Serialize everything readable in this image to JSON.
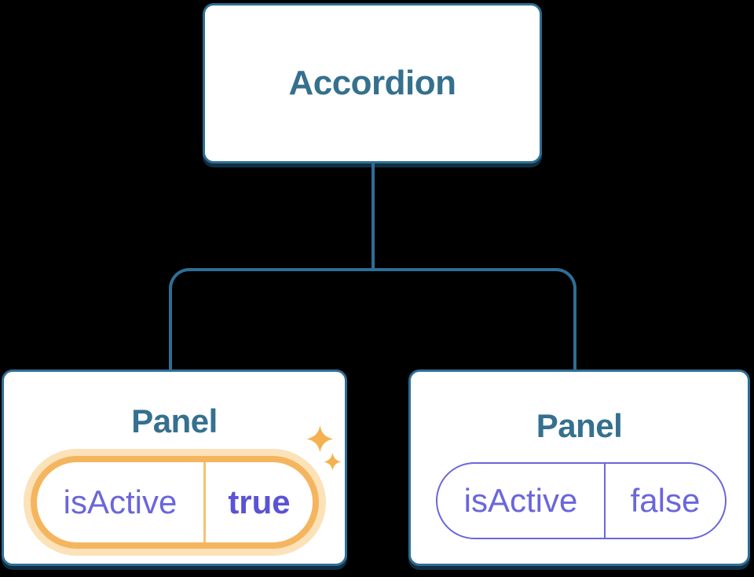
{
  "diagram": {
    "root": {
      "label": "Accordion"
    },
    "panels": [
      {
        "title": "Panel",
        "prop_name": "isActive",
        "prop_value": "true",
        "highlighted": true
      },
      {
        "title": "Panel",
        "prop_name": "isActive",
        "prop_value": "false",
        "highlighted": false
      }
    ],
    "colors": {
      "node_border_blue": "#2d6e96",
      "node_text_blue": "#35708e",
      "connector_blue": "#2d6e96",
      "prop_purple": "#6a66db",
      "prop_value_bold_purple": "#5b52d5",
      "highlight_orange": "#f5b55f",
      "highlight_glow_orange": "#fbe2b8",
      "highlight_divider_orange": "#f6c273",
      "sparkle_orange": "#f5b14f",
      "node_background": "#ffffff",
      "page_background": "#000000"
    }
  }
}
